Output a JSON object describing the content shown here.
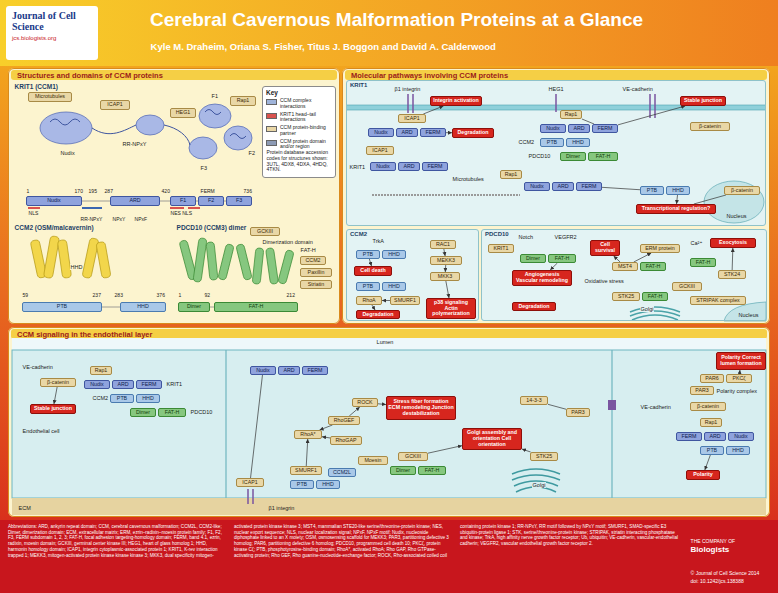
{
  "diagram": {
    "title": "Cerebral Cavernous Malformation Proteins at a Glance",
    "nodes": [
      {
        "text": [
          "Journal of Cell Science",
          "jcs.biologists.org"
        ]
      },
      {
        "text": [
          "Structures and domains of CCM proteins"
        ]
      },
      {
        "text": [
          "Key"
        ],
        "in": 1
      },
      {
        "text": [
          "Microtubules"
        ],
        "in": 1
      },
      {
        "text": [
          "ICAP1"
        ],
        "in": 1
      },
      {
        "text": [
          "HEG1"
        ],
        "in": 1
      },
      {
        "text": [
          "Rap1"
        ],
        "in": 1
      },
      {
        "text": [
          "Nudix"
        ],
        "in": 1
      },
      {
        "text": [
          "ARD"
        ],
        "in": 1
      },
      {
        "text": [
          "F1"
        ],
        "in": 1
      },
      {
        "text": [
          "F2"
        ],
        "in": 1
      },
      {
        "text": [
          "F3"
        ],
        "in": 1
      },
      {
        "text": [
          "PTB"
        ],
        "in": 1
      },
      {
        "text": [
          "HHD"
        ],
        "in": 1
      },
      {
        "text": [
          "GCKIII"
        ],
        "in": 1
      },
      {
        "text": [
          "CCM2"
        ],
        "in": 1
      },
      {
        "text": [
          "Paxillin"
        ],
        "in": 1
      },
      {
        "text": [
          "Striatin"
        ],
        "in": 1
      },
      {
        "text": [
          "Dimer"
        ],
        "in": 1
      },
      {
        "text": [
          "FAT-H"
        ],
        "in": 1
      },
      {
        "text": [
          "Molecular pathways involving CCM proteins"
        ]
      },
      {
        "text": [
          "KRIT1"
        ],
        "in": 20
      },
      {
        "text": [
          "Integrin activation"
        ],
        "in": 21
      },
      {
        "text": [
          "ICAP1"
        ],
        "in": 21
      },
      {
        "text": [
          "Nudix"
        ],
        "in": 21
      },
      {
        "text": [
          "ARD"
        ],
        "in": 21
      },
      {
        "text": [
          "FERM"
        ],
        "in": 21
      },
      {
        "text": [
          "Degradation"
        ],
        "in": 21
      },
      {
        "text": [
          "ICAP1"
        ],
        "in": 21
      },
      {
        "text": [
          "Nudix"
        ],
        "in": 21
      },
      {
        "text": [
          "ARD"
        ],
        "in": 21
      },
      {
        "text": [
          "FERM"
        ],
        "in": 21
      },
      {
        "text": [
          "Stable junction"
        ],
        "in": 21
      },
      {
        "text": [
          "Rap1"
        ],
        "in": 21
      },
      {
        "text": [
          "Nudix"
        ],
        "in": 21
      },
      {
        "text": [
          "ARD"
        ],
        "in": 21
      },
      {
        "text": [
          "FERM"
        ],
        "in": 21
      },
      {
        "text": [
          "PTB"
        ],
        "in": 21
      },
      {
        "text": [
          "HHD"
        ],
        "in": 21
      },
      {
        "text": [
          "Dimer"
        ],
        "in": 21
      },
      {
        "text": [
          "FAT-H"
        ],
        "in": 21
      },
      {
        "text": [
          "β-catenin"
        ],
        "in": 21
      },
      {
        "text": [
          "Rap1"
        ],
        "in": 21
      },
      {
        "text": [
          "Nudix"
        ],
        "in": 21
      },
      {
        "text": [
          "ARD"
        ],
        "in": 21
      },
      {
        "text": [
          "FERM"
        ],
        "in": 21
      },
      {
        "text": [
          "PTB"
        ],
        "in": 21
      },
      {
        "text": [
          "HHD"
        ],
        "in": 21
      },
      {
        "text": [
          "Transcriptional regulation?"
        ],
        "in": 21
      },
      {
        "text": [
          "β-catenin"
        ],
        "in": 21
      },
      {
        "text": [
          "CCM2"
        ],
        "in": 20
      },
      {
        "text": [
          "PTB"
        ],
        "in": 50
      },
      {
        "text": [
          "HHD"
        ],
        "in": 50
      },
      {
        "text": [
          "Cell death"
        ],
        "in": 50
      },
      {
        "text": [
          "PTB"
        ],
        "in": 50
      },
      {
        "text": [
          "HHD"
        ],
        "in": 50
      },
      {
        "text": [
          "SMURF1"
        ],
        "in": 50
      },
      {
        "text": [
          "RhoA"
        ],
        "in": 50
      },
      {
        "text": [
          "Degradation"
        ],
        "in": 50
      },
      {
        "text": [
          "RAC1"
        ],
        "in": 50
      },
      {
        "text": [
          "MEKK3"
        ],
        "in": 50
      },
      {
        "text": [
          "MKK3"
        ],
        "in": 50
      },
      {
        "text": [
          "p38 signaling Actin polymerization"
        ],
        "in": 50
      },
      {
        "text": [
          "PDCD10"
        ],
        "in": 20
      },
      {
        "text": [
          "KRIT1"
        ],
        "in": 63
      },
      {
        "text": [
          "Dimer"
        ],
        "in": 63
      },
      {
        "text": [
          "FAT-H"
        ],
        "in": 63
      },
      {
        "text": [
          "Angiogenesis Vascular remodeling"
        ],
        "in": 63
      },
      {
        "text": [
          "Degradation"
        ],
        "in": 63
      },
      {
        "text": [
          "Cell survival"
        ],
        "in": 63
      },
      {
        "text": [
          "ERM protein"
        ],
        "in": 63
      },
      {
        "text": [
          "MST4"
        ],
        "in": 63
      },
      {
        "text": [
          "FAT-H"
        ],
        "in": 63
      },
      {
        "text": [
          "STK25"
        ],
        "in": 63
      },
      {
        "text": [
          "FAT-H"
        ],
        "in": 63
      },
      {
        "text": [
          "Exocytosis"
        ],
        "in": 63
      },
      {
        "text": [
          "FAT-H"
        ],
        "in": 63
      },
      {
        "text": [
          "STK24"
        ],
        "in": 63
      },
      {
        "text": [
          "GCKIII"
        ],
        "in": 63
      },
      {
        "text": [
          "STRIPAK complex"
        ],
        "in": 63
      },
      {
        "text": [
          "CCM signaling in the endothelial layer"
        ]
      },
      {
        "text": [
          "β-catenin"
        ],
        "in": 80
      },
      {
        "text": [
          "Rap1"
        ],
        "in": 80
      },
      {
        "text": [
          "Nudix"
        ],
        "in": 80
      },
      {
        "text": [
          "ARD"
        ],
        "in": 80
      },
      {
        "text": [
          "FERM"
        ],
        "in": 80
      },
      {
        "text": [
          "PTB"
        ],
        "in": 80
      },
      {
        "text": [
          "HHD"
        ],
        "in": 80
      },
      {
        "text": [
          "Dimer"
        ],
        "in": 80
      },
      {
        "text": [
          "FAT-H"
        ],
        "in": 80
      },
      {
        "text": [
          "Stable junction"
        ],
        "in": 80
      },
      {
        "text": [
          "Nudix"
        ],
        "in": 80
      },
      {
        "text": [
          "ARD"
        ],
        "in": 80
      },
      {
        "text": [
          "FERM"
        ],
        "in": 80
      },
      {
        "text": [
          "ICAP1"
        ],
        "in": 80
      },
      {
        "text": [
          "RhoGEF"
        ],
        "in": 80
      },
      {
        "text": [
          "RhoA*"
        ],
        "in": 80
      },
      {
        "text": [
          "RhoGAP"
        ],
        "in": 80
      },
      {
        "text": [
          "ROCK"
        ],
        "in": 80
      },
      {
        "text": [
          "Stress fiber formation ECM remodeling Junction destabilization"
        ],
        "in": 80
      },
      {
        "text": [
          "Moesin"
        ],
        "in": 80
      },
      {
        "text": [
          "CCM2L"
        ],
        "in": 80
      },
      {
        "text": [
          "SMURF1"
        ],
        "in": 80
      },
      {
        "text": [
          "PTB"
        ],
        "in": 80
      },
      {
        "text": [
          "HHD"
        ],
        "in": 80
      },
      {
        "text": [
          "GCKIII"
        ],
        "in": 80
      },
      {
        "text": [
          "Dimer"
        ],
        "in": 80
      },
      {
        "text": [
          "FAT-H"
        ],
        "in": 80
      },
      {
        "text": [
          "Golgi assembly and orientation Cell orientation"
        ],
        "in": 80
      },
      {
        "text": [
          "14-3-3"
        ],
        "in": 80
      },
      {
        "text": [
          "PAR3"
        ],
        "in": 80
      },
      {
        "text": [
          "STK25"
        ],
        "in": 80
      },
      {
        "text": [
          "Polarity Correct lumen formation"
        ],
        "in": 80
      },
      {
        "text": [
          "PAR6"
        ],
        "in": 80
      },
      {
        "text": [
          "PKCζ"
        ],
        "in": 80
      },
      {
        "text": [
          "PAR3"
        ],
        "in": 80
      },
      {
        "text": [
          "β-catenin"
        ],
        "in": 80
      },
      {
        "text": [
          "Rap1"
        ],
        "in": 80
      },
      {
        "text": [
          "FERM"
        ],
        "in": 80
      },
      {
        "text": [
          "ARD"
        ],
        "in": 80
      },
      {
        "text": [
          "Nudix"
        ],
        "in": 80
      },
      {
        "text": [
          "PTB"
        ],
        "in": 80
      },
      {
        "text": [
          "HHD"
        ],
        "in": 80
      },
      {
        "text": [
          "Polarity"
        ],
        "in": 80
      },
      {
        "text": [
          "Abbreviations: ARD, ankyrin repeat domain; CCM, cerebral cavernous malformation; CCM2L, CCM2-like; Dimer, dimerization domain; ECM, extracellular matrix; ERM, ezrin–radixin–moesin protein family; F1, F2, F3, FERM subdomain 1, 2, 3; FAT-H, focal adhesion targeting-homology domain; FERM, band 4.1, ezrin, radixin, moesin domain; GCKIII, germinal center kinase III; HEG1, heart of glass homolog 1; HHD, harmonin homology domain; ICAP1, integrin cytoplasmic-associated protein 1; KRIT1, K-rev interaction trapped 1; MEKK3, mitogen-activated protein kinase kinase kinase 3; MKK3, dual specificity mitogen-activated protein kinase kinase 3; MST4, mammalian STE20-like serine/threonine-protein kinase; NES, nuclear export sequence; NLS, nuclear localization signal; NPxF, NPxF motif; Nudix, nucleoside diphosphate linked to an X moiety; OSM, osmosensing scaffold for MEKK3; PAR3, partitioning defective 3 homolog; PAR6, partitioning defective 6 homolog; PDCD10, programmed cell death 10; PKCζ, protein kinase Cζ; PTB, phosphotyrosine-binding domain; RhoA*, activated RhoA; Rho GAP, Rho GTPase-activating protein; Rho GEF, Rho guanine-nucleotide-exchange factor; ROCK, Rho-associated coiled coil containing protein kinase 1; RR-NPxY, RR motif followed by NPxY motif; SMURF1, SMAD-specific E3 ubiquitin-protein ligase 1; STK, serine/threonine-protein kinase; STRIPAK, striatin interacting phosphatase and kinase; TrkA, high affinity nerve growth factor receptor; Ub, ubiquitin; VE-cadherin, vascular-endothelial cadherin; VEGFR2, vascular endothelial growth factor receptor 2."
        ]
      }
    ],
    "edges": [
      {
        "from": 23,
        "to": 22,
        "arrow": "to"
      },
      {
        "from": 26,
        "to": 27,
        "arrow": "to"
      },
      {
        "from": 33,
        "to": 36,
        "arrow": "none"
      },
      {
        "from": 36,
        "to": 32,
        "arrow": "to"
      },
      {
        "from": 45,
        "to": 46,
        "arrow": "none"
      },
      {
        "from": 47,
        "to": 48,
        "arrow": "to"
      },
      {
        "from": 49,
        "to": 48,
        "arrow": "none"
      },
      {
        "from": 51,
        "to": 53,
        "arrow": "to"
      },
      {
        "from": 56,
        "to": 57,
        "arrow": "to"
      },
      {
        "from": 57,
        "to": 58,
        "arrow": "to"
      },
      {
        "from": 59,
        "to": 60,
        "arrow": "to"
      },
      {
        "from": 60,
        "to": 61,
        "arrow": "to"
      },
      {
        "from": 61,
        "to": 62,
        "arrow": "to"
      },
      {
        "from": 66,
        "to": 67,
        "arrow": "to"
      },
      {
        "from": 71,
        "to": 69,
        "arrow": "to"
      },
      {
        "from": 71,
        "to": 70,
        "arrow": "to"
      },
      {
        "from": 77,
        "to": 75,
        "arrow": "to"
      },
      {
        "from": 81,
        "to": 90,
        "arrow": "to"
      },
      {
        "from": 95,
        "to": 96,
        "arrow": "to"
      },
      {
        "from": 97,
        "to": 96,
        "arrow": "to"
      },
      {
        "from": 95,
        "to": 98,
        "arrow": "to"
      },
      {
        "from": 98,
        "to": 99,
        "arrow": "to"
      },
      {
        "from": 102,
        "to": 96,
        "arrow": "to"
      },
      {
        "from": 94,
        "to": 91,
        "arrow": "none"
      },
      {
        "from": 105,
        "to": 108,
        "arrow": "to"
      },
      {
        "from": 111,
        "to": 108,
        "arrow": "to"
      },
      {
        "from": 109,
        "to": 110,
        "arrow": "none"
      },
      {
        "from": 114,
        "to": 112,
        "arrow": "to"
      },
      {
        "from": 121,
        "to": 123,
        "arrow": "to"
      }
    ],
    "labels": [
      "Kyle M. Draheim, Oriana S. Fisher, Titus J. Boggon and David A. Calderwood",
      "KRIT1 (CCM1)",
      "Nudix",
      "RR-NPxY",
      "F1",
      "F2",
      "F3",
      "1",
      "170",
      "195",
      "287",
      "420",
      "FERM",
      "736",
      "NLS",
      "NES NLS",
      "RR-NPxY",
      "NPxY",
      "NPxF",
      "CCM2 (OSM/malcavernin)",
      "HHD",
      "59",
      "237",
      "283",
      "376",
      "PDCD10 (CCM3) dimer",
      "Dimerization domain",
      "FAT-H",
      "1",
      "92",
      "212",
      "Protein database accession codes for structures shown: 3U7L, 4DX8, 4DXA, 4HDQ, 4TKN.",
      "β1 integrin",
      "KRIT1",
      "Microtubules",
      "HEG1",
      "VE-cadherin",
      "CCM2",
      "PDCD10",
      "Nucleus",
      "TrkA",
      "Notch",
      "VEGFR2",
      "Oxidative stress",
      "Golgi",
      "Ca²⁺",
      "Nucleus",
      "Lumen",
      "VE-cadherin",
      "KRIT1",
      "CCM2",
      "PDCD10",
      "Endothelial cell",
      "ECM",
      "β1 integrin",
      "Golgi",
      "Polarity complex",
      "VE-cadherin",
      "THE COMPANY OF",
      "Biologists",
      "© Journal of Cell Science 2014",
      "doi: 10.1242/jcs.138388"
    ],
    "legend": [
      {
        "text": "CCM complex interactions",
        "color": "#9fb4da"
      },
      {
        "text": "KRIT1 head–tail interactions",
        "color": "#d9534f"
      },
      {
        "text": "CCM protein-binding partner",
        "color": "#e9d7a6"
      },
      {
        "text": "CCM protein domain and/or region",
        "color": "#8d9bb5"
      }
    ]
  }
}
